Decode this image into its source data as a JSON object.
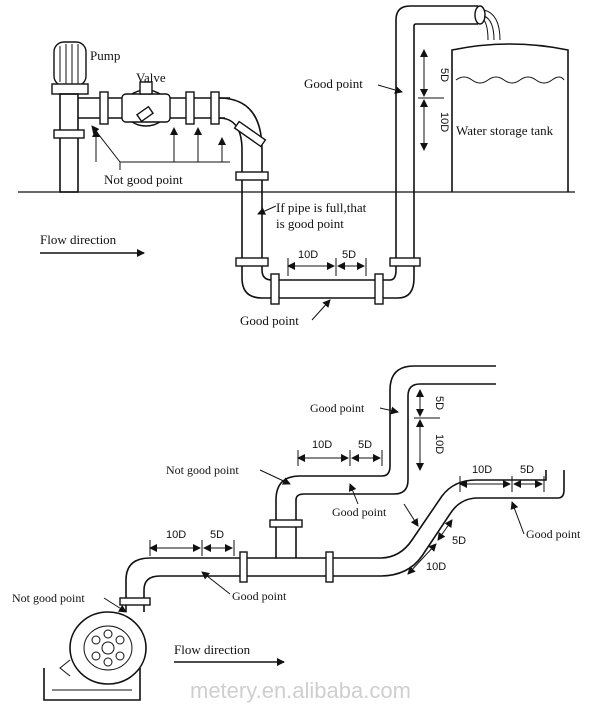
{
  "top": {
    "pump": "Pump",
    "valve": "Valve",
    "good_point_tank": "Good point",
    "dim_5d_v": "5D",
    "dim_10d_v": "10D",
    "tank_label": "Water storage tank",
    "not_good_point": "Not good point",
    "pipe_full_line1": "If pipe is full,that",
    "pipe_full_line2": "is good point",
    "flow_direction": "Flow direction",
    "dim_10d_h": "10D",
    "dim_5d_h": "5D",
    "good_point_bottom": "Good point"
  },
  "bottom": {
    "good_point_top": "Good point",
    "dim_5d_v": "5D",
    "dim_10d_v": "10D",
    "dim_10d_mid": "10D",
    "dim_5d_mid": "5D",
    "not_good_point_mid": "Not good point",
    "good_point_mid": "Good point",
    "dim_10d_right": "10D",
    "dim_5d_right": "5D",
    "good_point_right": "Good point",
    "dim_5d_diag": "5D",
    "dim_10d_diag": "10D",
    "dim_10d_left": "10D",
    "dim_5d_left": "5D",
    "not_good_point_pump": "Not good point",
    "good_point_left": "Good point",
    "flow_direction": "Flow direction"
  },
  "watermark": "metery.en.alibaba.com"
}
